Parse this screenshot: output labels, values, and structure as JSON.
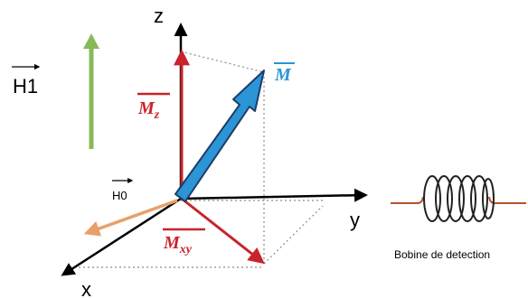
{
  "axes": {
    "z_label": "z",
    "y_label": "y",
    "x_label": "x"
  },
  "vectors": {
    "h1_label": "H1",
    "h0_label": "H0",
    "m_label": "M",
    "mz_label": "M",
    "mz_sub": "z",
    "mxy_label": "M",
    "mxy_sub": "xy"
  },
  "coil": {
    "caption": "Bobine de detection"
  },
  "colors": {
    "axis": "#000000",
    "magnetization": "#2b95d6",
    "magnetization_outline": "#1c3d6b",
    "components": "#c9242b",
    "h1_field": "#8ab957",
    "h0_field": "#e8a06a",
    "guide_lines": "#8c8c8c",
    "coil_wire": "#b5532c"
  }
}
